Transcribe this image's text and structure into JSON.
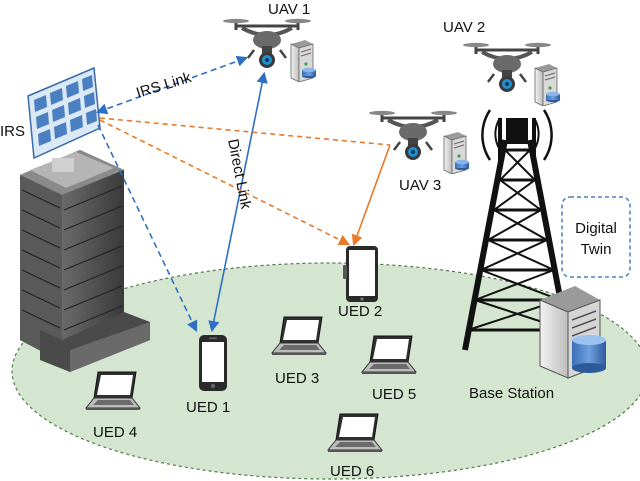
{
  "labels": {
    "uav1": "UAV 1",
    "uav2": "UAV 2",
    "uav3": "UAV 3",
    "irs": "IRS",
    "irs_link": "IRS Link",
    "direct_link": "Direct Link",
    "ued1": "UED 1",
    "ued2": "UED 2",
    "ued3": "UED 3",
    "ued4": "UED 4",
    "ued5": "UED 5",
    "ued6": "UED 6",
    "base_station": "Base Station",
    "digital_twin_line1": "Digital",
    "digital_twin_line2": "Twin"
  },
  "colors": {
    "ground": "#d4e6cf",
    "blue_link": "#2f6fc4",
    "orange_link": "#e87a2a",
    "irs_panel": "#4a7fc2",
    "tower": "#111111",
    "building": "#4a4a4a"
  },
  "icons": [
    "uav-icon",
    "server-icon",
    "irs-panel-icon",
    "building-icon",
    "tower-icon",
    "laptop-icon",
    "smartphone-icon",
    "tablet-icon",
    "database-icon"
  ]
}
